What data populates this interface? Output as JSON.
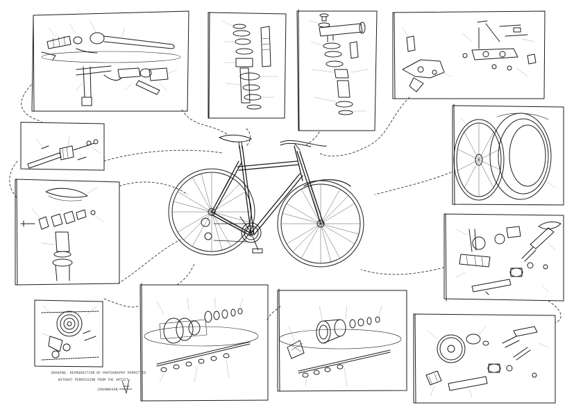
{
  "caption": {
    "line1": "DRAWING, REPRODUCTION BY PHOTOGRAPHY PERMITTED",
    "line2": "WITHOUT PERMISSION FROM THE ARTIST",
    "signature": "JOHANNSSON"
  },
  "colors": {
    "ink": "#1a1a1a",
    "paper": "#ffffff",
    "leader": "#999999"
  }
}
